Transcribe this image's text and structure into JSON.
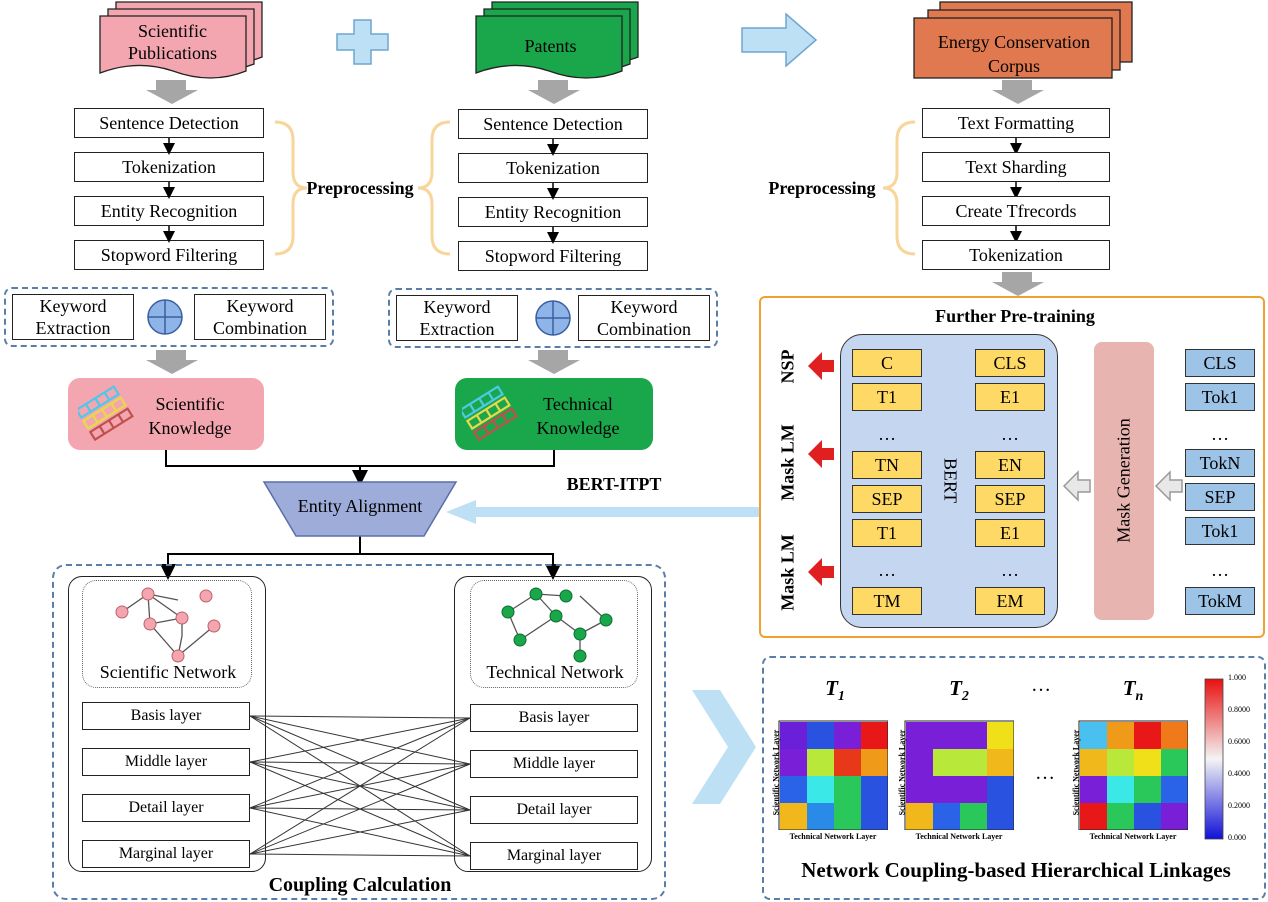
{
  "sources": {
    "scientific": "Scientific Publications",
    "patents": "Patents",
    "corpus": "Energy Conservation Corpus"
  },
  "left_pipeline": {
    "steps": [
      "Sentence Detection",
      "Tokenization",
      "Entity Recognition",
      "Stopword Filtering"
    ],
    "preprocessing": "Preprocessing",
    "keyword_extraction": "Keyword Extraction",
    "keyword_combination": "Keyword Combination",
    "scientific_knowledge": "Scientific Knowledge",
    "technical_knowledge": "Technical Knowledge"
  },
  "right_pipeline": {
    "steps": [
      "Text Formatting",
      "Text Sharding",
      "Create Tfrecords",
      "Tokenization"
    ],
    "preprocessing": "Preprocessing"
  },
  "pretraining": {
    "title": "Further Pre-training",
    "bert": "BERT",
    "mask_generation": "Mask Generation",
    "nsp": "NSP",
    "mask_lm": "Mask LM",
    "col1": [
      "C",
      "T1",
      "…",
      "TN",
      "SEP",
      "T1",
      "…",
      "TM"
    ],
    "col2": [
      "CLS",
      "E1",
      "…",
      "EN",
      "SEP",
      "E1",
      "…",
      "EM"
    ],
    "col3": [
      "CLS",
      "Tok1",
      "…",
      "TokN",
      "SEP",
      "Tok1",
      "…",
      "TokM"
    ]
  },
  "bert_itpt": "BERT-ITPT",
  "entity_alignment": "Entity Alignment",
  "coupling": {
    "scientific_network": "Scientific Network",
    "technical_network": "Technical Network",
    "layers": [
      "Basis layer",
      "Middle layer",
      "Detail layer",
      "Marginal layer"
    ],
    "title": "Coupling Calculation"
  },
  "linkages": {
    "title": "Network Coupling-based Hierarchical Linkages",
    "t_labels": [
      "T",
      "T",
      "T"
    ],
    "t_subs": [
      "1",
      "2",
      "n"
    ],
    "dots": "…",
    "y_axis": "Scientific Network Layer",
    "x_axis": "Technical Network Layer",
    "scale": [
      "1.000",
      "0.8000",
      "0.6000",
      "0.4000",
      "0.2000",
      "0.000"
    ],
    "colors": {
      "pink": "#f4a6b0",
      "green": "#1aa64a",
      "orange": "#e07850",
      "bert_bg": "#c5d7f0",
      "mask_bg": "#e8b4b0",
      "frame_orange": "#f0a030"
    }
  }
}
